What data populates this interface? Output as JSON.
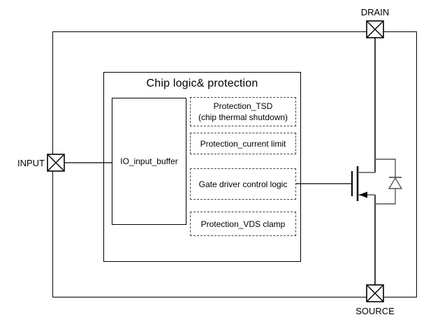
{
  "diagram": {
    "title": "Chip logic& protection",
    "pads": {
      "input": "INPUT",
      "drain": "DRAIN",
      "source": "SOURCE"
    },
    "blocks": {
      "io_buffer": "IO_input_buffer",
      "tsd_line1": "Protection_TSD",
      "tsd_line2": "(chip thermal shutdown)",
      "current_limit": "Protection_current limit",
      "gate_driver": "Gate driver control logic",
      "vds_clamp": "Protection_VDS clamp"
    },
    "icons": {
      "pad_symbol": "x-box-pad",
      "transistor": "nmos-mosfet-symbol",
      "diode": "body-diode-symbol"
    },
    "colors": {
      "line": "#000000",
      "component": "#555555",
      "background": "#ffffff"
    }
  }
}
